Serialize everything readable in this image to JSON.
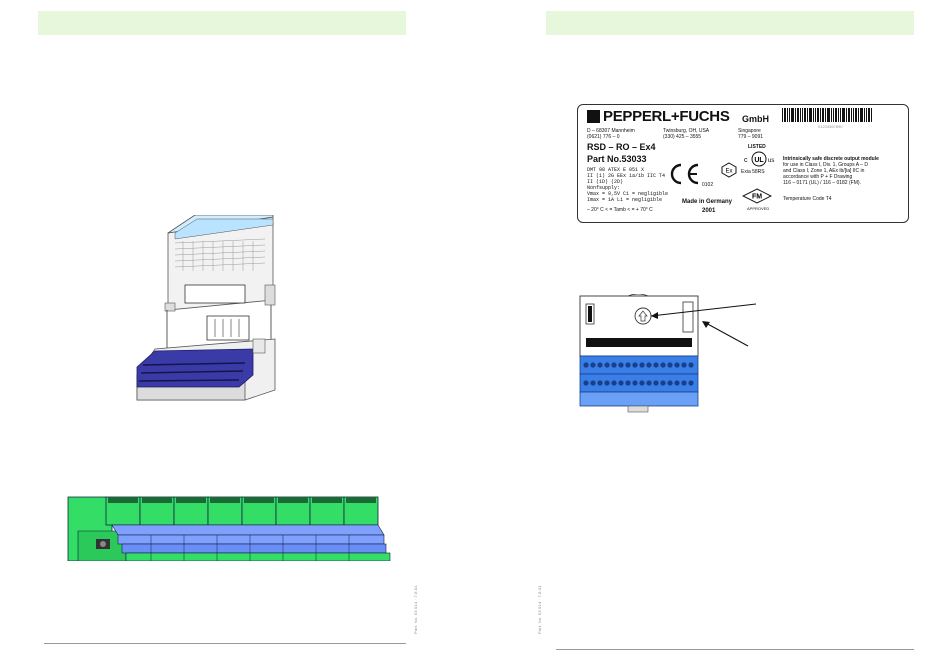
{
  "footer": {
    "left_part_no": "Part. No. 53 014 · 7.8.01",
    "right_part_no": "Part. No. 53 014 · 7.8.01"
  },
  "label": {
    "brand": "PEPPERL+FUCHS",
    "brand_suffix": "GmbH",
    "addr_de_line1": "D – 68307 Mannheim",
    "addr_de_line2": "(0621) 776 – 0",
    "addr_us_line1": "Twinsburg, OH, USA",
    "addr_us_line2": "(330) 425 – 3555",
    "addr_sg_line1": "Singapore",
    "addr_sg_line2": "779 – 9091",
    "model": "RSD – RO – Ex4",
    "part_no": "Part No.53033",
    "cert_line1": "DMT 98 ATEX E 051 X",
    "cert_line2": "II (1) 2G EEx ia/ib IIC T4",
    "cert_line3": "II (1D) (2D)",
    "cert_line4": "Nonfsupply:",
    "cert_line5": "Vmax = 9,5V  Ci = negligible",
    "cert_line6": "Imax = 1A    Li = negligible",
    "temp_range": "– 20° C < = Tamb < = + 70° C",
    "ce_number": "0102",
    "made_in": "Made in Germany",
    "year": "2001",
    "listed": "LISTED",
    "ul_text": "Exia  58RS",
    "fm_approved": "APPROVED",
    "desc_line1": "Intrinsically safe discrete output module",
    "desc_line2": "for use in Class I, Div. 1, Groups A – D",
    "desc_line3": "and Class I, Zone 1, AEx ib/[ia] IIC in",
    "desc_line4": "accordance with P + F Drawing",
    "desc_line5": "116 – 0171 (UL) / 116 – 0182 (FM).",
    "temp_code": "Temperature Code T4",
    "barcode_text": "01234567890"
  },
  "colors": {
    "header_bar": "#e6f7dc",
    "blue_module": "#3b3ba8",
    "green_rail": "#33dd66",
    "light_blue": "#7fa0ff",
    "terminal_blue": "#3a7fe8"
  }
}
